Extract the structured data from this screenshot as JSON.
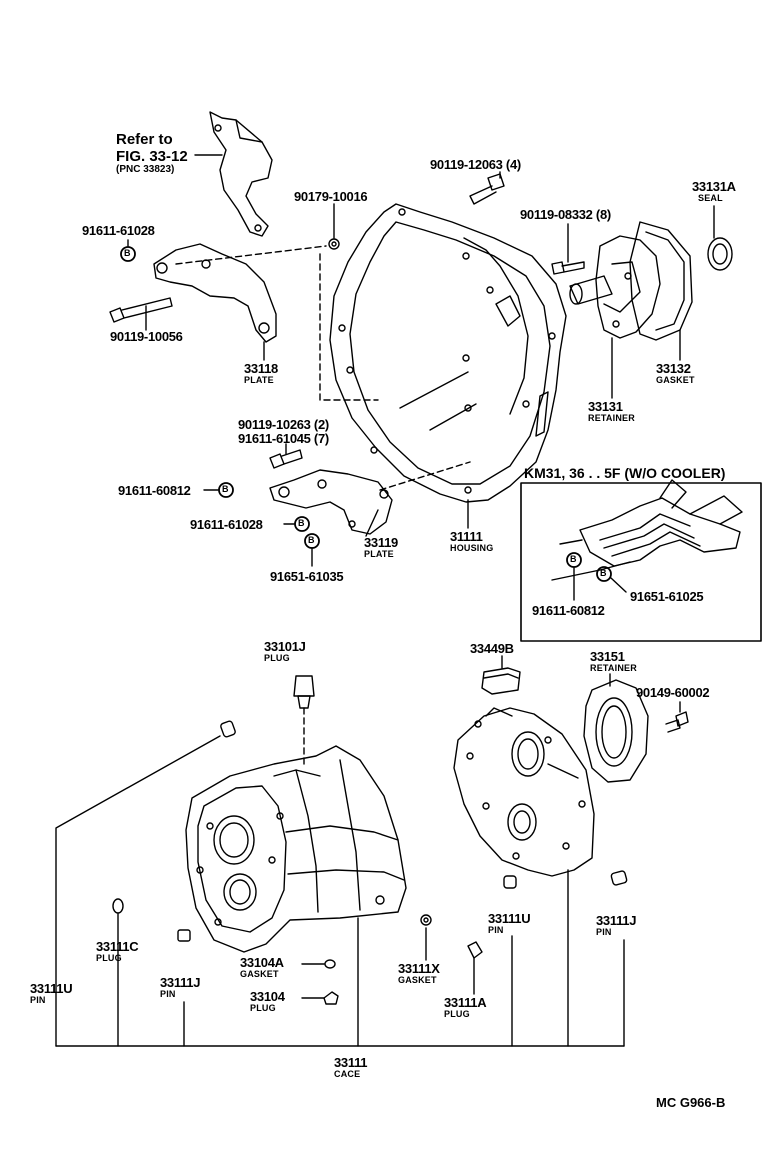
{
  "refer": {
    "line1": "Refer to",
    "line2": "FIG. 33-12",
    "line3": "(PNC 33823)"
  },
  "inset": {
    "title": "KM31, 36 . . 5F (W/O COOLER)"
  },
  "parts": {
    "p90119_12063": "90119-12063 (4)",
    "p90179_10016": "90179-10016",
    "p33131A": {
      "num": "33131A",
      "name": "SEAL"
    },
    "p91611_61028_top": "91611-61028",
    "p90119_08332": "90119-08332 (8)",
    "p90119_10056": "90119-10056",
    "p33118": {
      "num": "33118",
      "name": "PLATE"
    },
    "p33132": {
      "num": "33132",
      "name": "GASKET"
    },
    "p33131": {
      "num": "33131",
      "name": "RETAINER"
    },
    "p90119_10263": "90119-10263 (2)",
    "p91611_61045": "91611-61045 (7)",
    "p91611_60812_left": "91611-60812",
    "p91611_61028_mid": "91611-61028",
    "p33119": {
      "num": "33119",
      "name": "PLATE"
    },
    "p31111": {
      "num": "31111",
      "name": "HOUSING"
    },
    "p91651_61035": "91651-61035",
    "p91611_60812_inset": "91611-60812",
    "p91651_61025": "91651-61025",
    "p33101J": {
      "num": "33101J",
      "name": "PLUG"
    },
    "p33449B": "33449B",
    "p33151": {
      "num": "33151",
      "name": "RETAINER"
    },
    "p90149_60002": "90149-60002",
    "p33111C": {
      "num": "33111C",
      "name": "PLUG"
    },
    "p33111U_left": {
      "num": "33111U",
      "name": "PIN"
    },
    "p33111J_left": {
      "num": "33111J",
      "name": "PIN"
    },
    "p33104A": {
      "num": "33104A",
      "name": "GASKET"
    },
    "p33104": {
      "num": "33104",
      "name": "PLUG"
    },
    "p33111X": {
      "num": "33111X",
      "name": "GASKET"
    },
    "p33111A": {
      "num": "33111A",
      "name": "PLUG"
    },
    "p33111U_right": {
      "num": "33111U",
      "name": "PIN"
    },
    "p33111J_right": {
      "num": "33111J",
      "name": "PIN"
    },
    "p33111": {
      "num": "33111",
      "name": "CACE"
    }
  },
  "bubble_letter": "B",
  "footer": {
    "code": "MC  G966-B"
  }
}
